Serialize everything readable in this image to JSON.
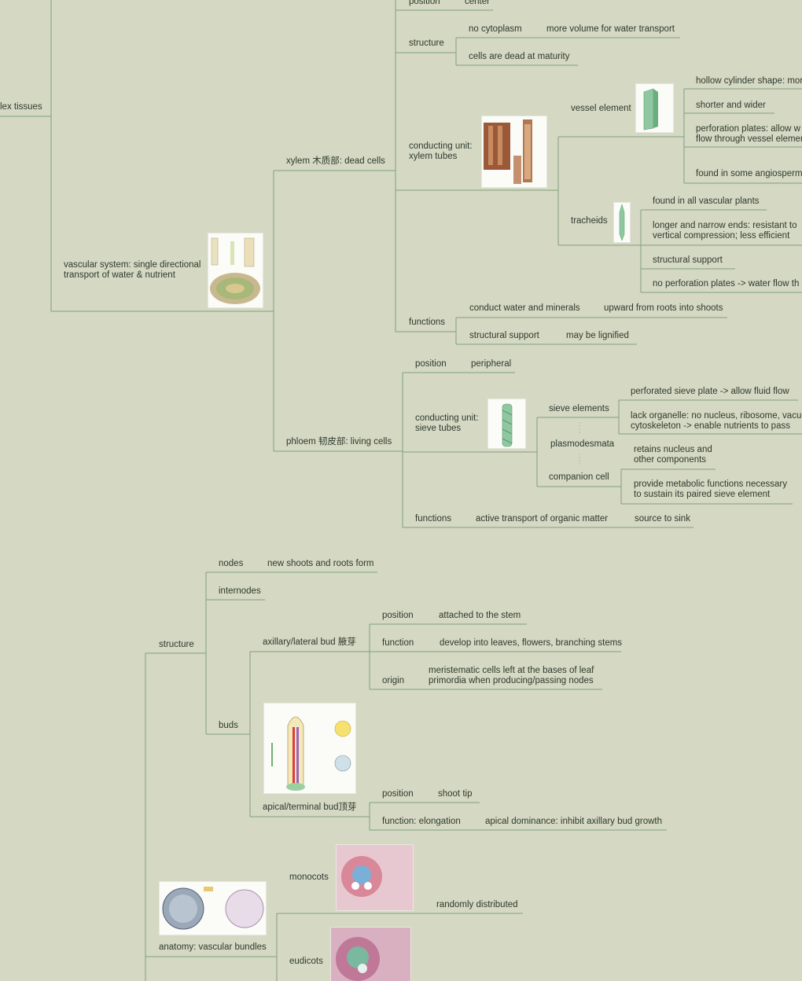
{
  "colors": {
    "background": "#d5d8c3",
    "branch": "#7fa07f",
    "text": "#2e3a2e"
  },
  "mindmap": {
    "complex_tissues": "lex tissues",
    "vascular": {
      "line1": "vascular system: single directional",
      "line2": "transport of water & nutrient"
    },
    "xylem": {
      "label": "xylem 木质部: dead cells",
      "position": {
        "label": "position",
        "value": "center"
      },
      "structure": {
        "label": "structure",
        "no_cytoplasm": "no cytoplasm",
        "more_volume": "more volume for water transport",
        "dead": "cells are dead at maturity"
      },
      "conducting": {
        "line1": "conducting unit:",
        "line2": "xylem tubes",
        "vessel": {
          "label": "vessel element",
          "hollow": "hollow cylinder shape: mor",
          "shorter": "shorter and wider",
          "perforation_1": "perforation plates: allow w",
          "perforation_2": "flow through vessel elemen",
          "angiosperms": "found in some angiosperms"
        },
        "tracheids": {
          "label": "tracheids",
          "all": "found in all vascular plants",
          "longer_1": "longer and narrow ends: resistant to",
          "longer_2": "vertical compression; less efficient",
          "support": "structural support",
          "noplates": "no perforation plates -> water flow th"
        }
      },
      "functions": {
        "label": "functions",
        "conduct": "conduct water and minerals",
        "upward": "upward from roots into shoots",
        "support": "structural support",
        "lignified": "may be lignified"
      }
    },
    "phloem": {
      "label": "phloem 韧皮部: living cells",
      "position": {
        "label": "position",
        "value": "peripheral"
      },
      "conducting": {
        "line1": "conducting unit:",
        "line2": "sieve tubes",
        "sieve": {
          "label": "sieve elements",
          "perforated": "perforated sieve plate -> allow fluid flow",
          "lack_1": "lack organelle: no nucleus, ribosome, vacuo",
          "lack_2": "cytoskeleton -> enable nutrients to pass"
        },
        "plasmodesmata": "plasmodesmata",
        "companion": {
          "label": "companion cell",
          "retains_1": "retains nucleus and",
          "retains_2": "other components",
          "provide_1": "provide metabolic functions necessary",
          "provide_2": "to sustain its paired sieve element"
        }
      },
      "functions": {
        "label": "functions",
        "active": "active transport of organic matter",
        "source": "source to sink"
      }
    },
    "stem_structure": {
      "label": "structure",
      "nodes": {
        "label": "nodes",
        "value": "new shoots and roots form"
      },
      "internodes": "internodes",
      "buds": {
        "label": "buds",
        "axillary": {
          "label": "axillary/lateral bud 腋芽",
          "position": {
            "label": "position",
            "value": "attached to the stem"
          },
          "function": {
            "label": "function",
            "value": "develop into leaves, flowers, branching stems"
          },
          "origin": {
            "label": "origin",
            "line1": "meristematic cells left at the bases of leaf",
            "line2": "primordia when producing/passing nodes"
          }
        },
        "apical": {
          "label": "apical/terminal bud顶芽",
          "position": {
            "label": "position",
            "value": "shoot tip"
          },
          "function": {
            "label": "function: elongation",
            "value": "apical dominance: inhibit axillary bud growth"
          }
        }
      }
    },
    "anatomy": {
      "label": "anatomy: vascular bundles",
      "monocots": "monocots",
      "random": "randomly distributed",
      "eudicots": "eudicots"
    }
  },
  "icons": [
    "vascular-diagram-image",
    "xylem-tubes-image",
    "vessel-element-image",
    "tracheid-image",
    "sieve-tube-image",
    "shoot-apex-image",
    "stem-cross-section-image",
    "monocot-stem-image",
    "eudicot-stem-image"
  ]
}
